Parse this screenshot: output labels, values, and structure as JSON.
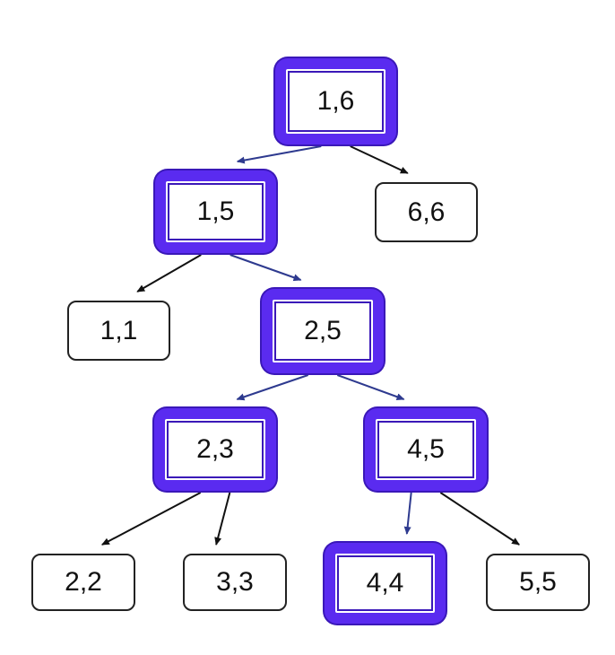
{
  "tree": {
    "nodes": [
      {
        "id": "n16",
        "label": "1,6",
        "highlighted": true
      },
      {
        "id": "n15",
        "label": "1,5",
        "highlighted": true
      },
      {
        "id": "n66",
        "label": "6,6",
        "highlighted": false
      },
      {
        "id": "n11",
        "label": "1,1",
        "highlighted": false
      },
      {
        "id": "n25",
        "label": "2,5",
        "highlighted": true
      },
      {
        "id": "n23",
        "label": "2,3",
        "highlighted": true
      },
      {
        "id": "n45",
        "label": "4,5",
        "highlighted": true
      },
      {
        "id": "n22",
        "label": "2,2",
        "highlighted": false
      },
      {
        "id": "n33",
        "label": "3,3",
        "highlighted": false
      },
      {
        "id": "n44",
        "label": "4,4",
        "highlighted": true
      },
      {
        "id": "n55",
        "label": "5,5",
        "highlighted": false
      }
    ],
    "edges": [
      {
        "from": "n16",
        "to": "n15",
        "highlighted": true
      },
      {
        "from": "n16",
        "to": "n66",
        "highlighted": false
      },
      {
        "from": "n15",
        "to": "n11",
        "highlighted": false
      },
      {
        "from": "n15",
        "to": "n25",
        "highlighted": true
      },
      {
        "from": "n25",
        "to": "n23",
        "highlighted": true
      },
      {
        "from": "n25",
        "to": "n45",
        "highlighted": true
      },
      {
        "from": "n23",
        "to": "n22",
        "highlighted": false
      },
      {
        "from": "n23",
        "to": "n33",
        "highlighted": false
      },
      {
        "from": "n45",
        "to": "n44",
        "highlighted": true
      },
      {
        "from": "n45",
        "to": "n55",
        "highlighted": false
      }
    ]
  },
  "colors": {
    "highlight_border": "#5a2bf0",
    "highlight_edge": "#2e3a8f",
    "plain_edge": "#111111"
  }
}
